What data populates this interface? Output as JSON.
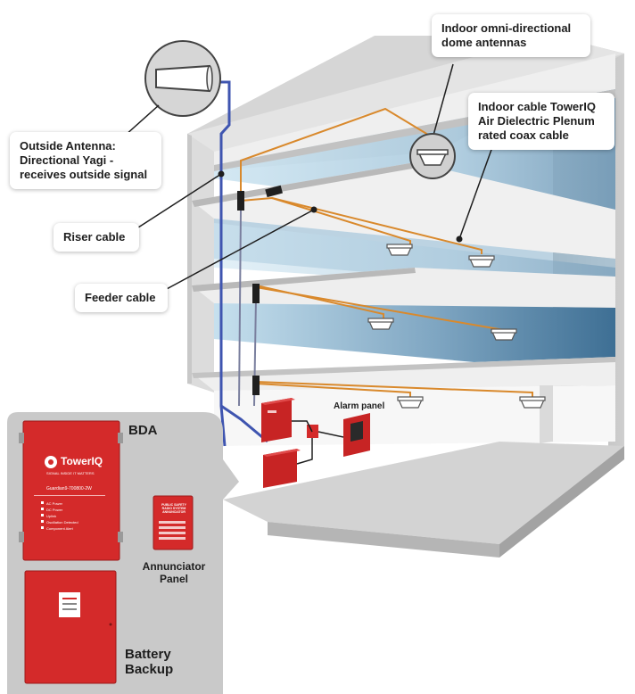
{
  "callouts": {
    "outside_antenna": "Outside Antenna:\nDirectional Yagi -\nreceives outside signal",
    "riser_cable": "Riser cable",
    "feeder_cable": "Feeder cable",
    "dome_antennas": "Indoor omni-directional\ndome antennas",
    "indoor_cable": "Indoor cable TowerIQ\nAir Dielectric Plenum\nrated coax cable"
  },
  "labels": {
    "alarm_panel": "Alarm panel",
    "bda": "BDA",
    "annunciator_panel": "Annunciator\nPanel",
    "battery_backup": "Battery\nBackup"
  },
  "bda_unit": {
    "brand": "TowerIQ",
    "tagline": "SIGNAL INSIDE IT MATTERS",
    "model": "Guardian9-700800-2W",
    "status_lights": [
      "AC Power",
      "DC Power",
      "Uplink",
      "Oscillation Detected",
      "Component Alert"
    ]
  },
  "annunciator_unit": {
    "header": "PUBLIC SAFETY\nRADIO SYSTEM ANNUNCIATOR"
  },
  "colors": {
    "building": "#e7e7e7",
    "building_side": "#b4b4b4",
    "riser_cable": "#3f55b0",
    "feeder_cable": "#d9892c",
    "equipment_red": "#d42a2a",
    "inset_bg": "#c9c9c9",
    "window_light": "#c8e0ee",
    "window_dark": "#4f7fa1"
  }
}
